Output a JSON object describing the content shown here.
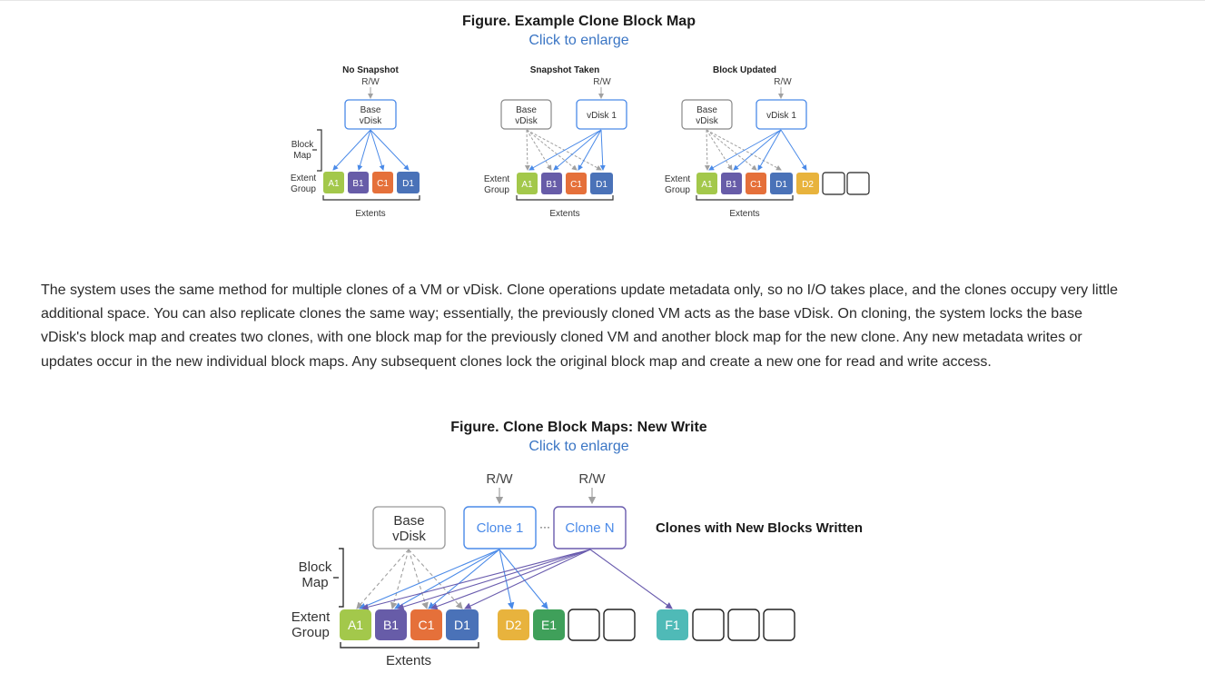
{
  "figure1": {
    "title": "Figure. Example Clone Block Map",
    "link": "Click to enlarge",
    "panel1": {
      "title": "No Snapshot",
      "rw": "R/W",
      "vdisk": [
        "Base",
        "vDisk"
      ],
      "blockmap": [
        "Block",
        "Map"
      ],
      "extent_group": [
        "Extent",
        "Group"
      ],
      "extents": "Extents",
      "blocks": [
        "A1",
        "B1",
        "C1",
        "D1"
      ]
    },
    "panel2": {
      "title": "Snapshot Taken",
      "rw": "R/W",
      "base": [
        "Base",
        "vDisk"
      ],
      "vdisk1": "vDisk 1",
      "extent_group": [
        "Extent",
        "Group"
      ],
      "extents": "Extents",
      "blocks": [
        "A1",
        "B1",
        "C1",
        "D1"
      ]
    },
    "panel3": {
      "title": "Block Updated",
      "rw": "R/W",
      "base": [
        "Base",
        "vDisk"
      ],
      "vdisk1": "vDisk 1",
      "extent_group": [
        "Extent",
        "Group"
      ],
      "extents": "Extents",
      "blocks": [
        "A1",
        "B1",
        "C1",
        "D1",
        "D2"
      ]
    }
  },
  "paragraph": "The system uses the same method for multiple clones of a VM or vDisk. Clone operations update metadata only, so no I/O takes place, and the clones occupy very little additional space. You can also replicate clones the same way; essentially, the previously cloned VM acts as the base vDisk. On cloning, the system locks the base vDisk's block map and creates two clones, with one block map for the previously cloned VM and another block map for the new clone. Any new metadata writes or updates occur in the new individual block maps. Any subsequent clones lock the original block map and create a new one for read and write access.",
  "figure2": {
    "title": "Figure. Clone Block Maps: New Write",
    "link": "Click to enlarge",
    "rw1": "R/W",
    "rw2": "R/W",
    "base": [
      "Base",
      "vDisk"
    ],
    "clone1": "Clone 1",
    "ellipsis": "···",
    "cloneN": "Clone N",
    "caption": "Clones with New Blocks Written",
    "blockmap": [
      "Block",
      "Map"
    ],
    "extent_group": [
      "Extent",
      "Group"
    ],
    "extents": "Extents",
    "blocks": [
      "A1",
      "B1",
      "C1",
      "D1",
      "D2",
      "E1",
      "F1"
    ]
  },
  "colors": {
    "A": "#a3c84b",
    "B": "#675ca8",
    "C": "#e5703a",
    "D": "#4a72b8",
    "D2": "#e8b33d",
    "E": "#3fa05a",
    "F": "#4fbab7",
    "blue_arrow": "#4a8ae8",
    "purple_arrow": "#6a5cae",
    "gray_arrow": "#a0a0a0",
    "link": "#3a75c4"
  }
}
